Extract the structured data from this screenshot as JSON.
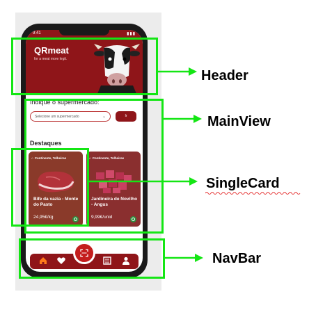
{
  "phone": {
    "time": "9:41",
    "signal": "▮▮▮",
    "brand": "QRmeat",
    "tagline": "for a meat more legit.",
    "prompt": "Indique o supermercado:",
    "select_placeholder": "Selecione um supermercado",
    "go_button": "Ir",
    "section_title": "Destaques",
    "cards": [
      {
        "location": "Continente, Telheiras",
        "name": "Bife da vazia - Monte do Pasto",
        "price": "24,95€/kg"
      },
      {
        "location": "Continente, Telheiras",
        "name": "Jardineira de Novilho - Angus",
        "price": "9,99€/unid"
      }
    ],
    "nav_icons": [
      "home-icon",
      "heart-icon",
      "qr-scan-icon",
      "list-icon",
      "user-icon"
    ]
  },
  "annotations": [
    {
      "label": "Header"
    },
    {
      "label": "MainView"
    },
    {
      "label": "SingleCard"
    },
    {
      "label": "NavBar"
    }
  ],
  "colors": {
    "annotation": "#14e614",
    "brand": "#8f1519",
    "scan": "#c41e1e"
  }
}
